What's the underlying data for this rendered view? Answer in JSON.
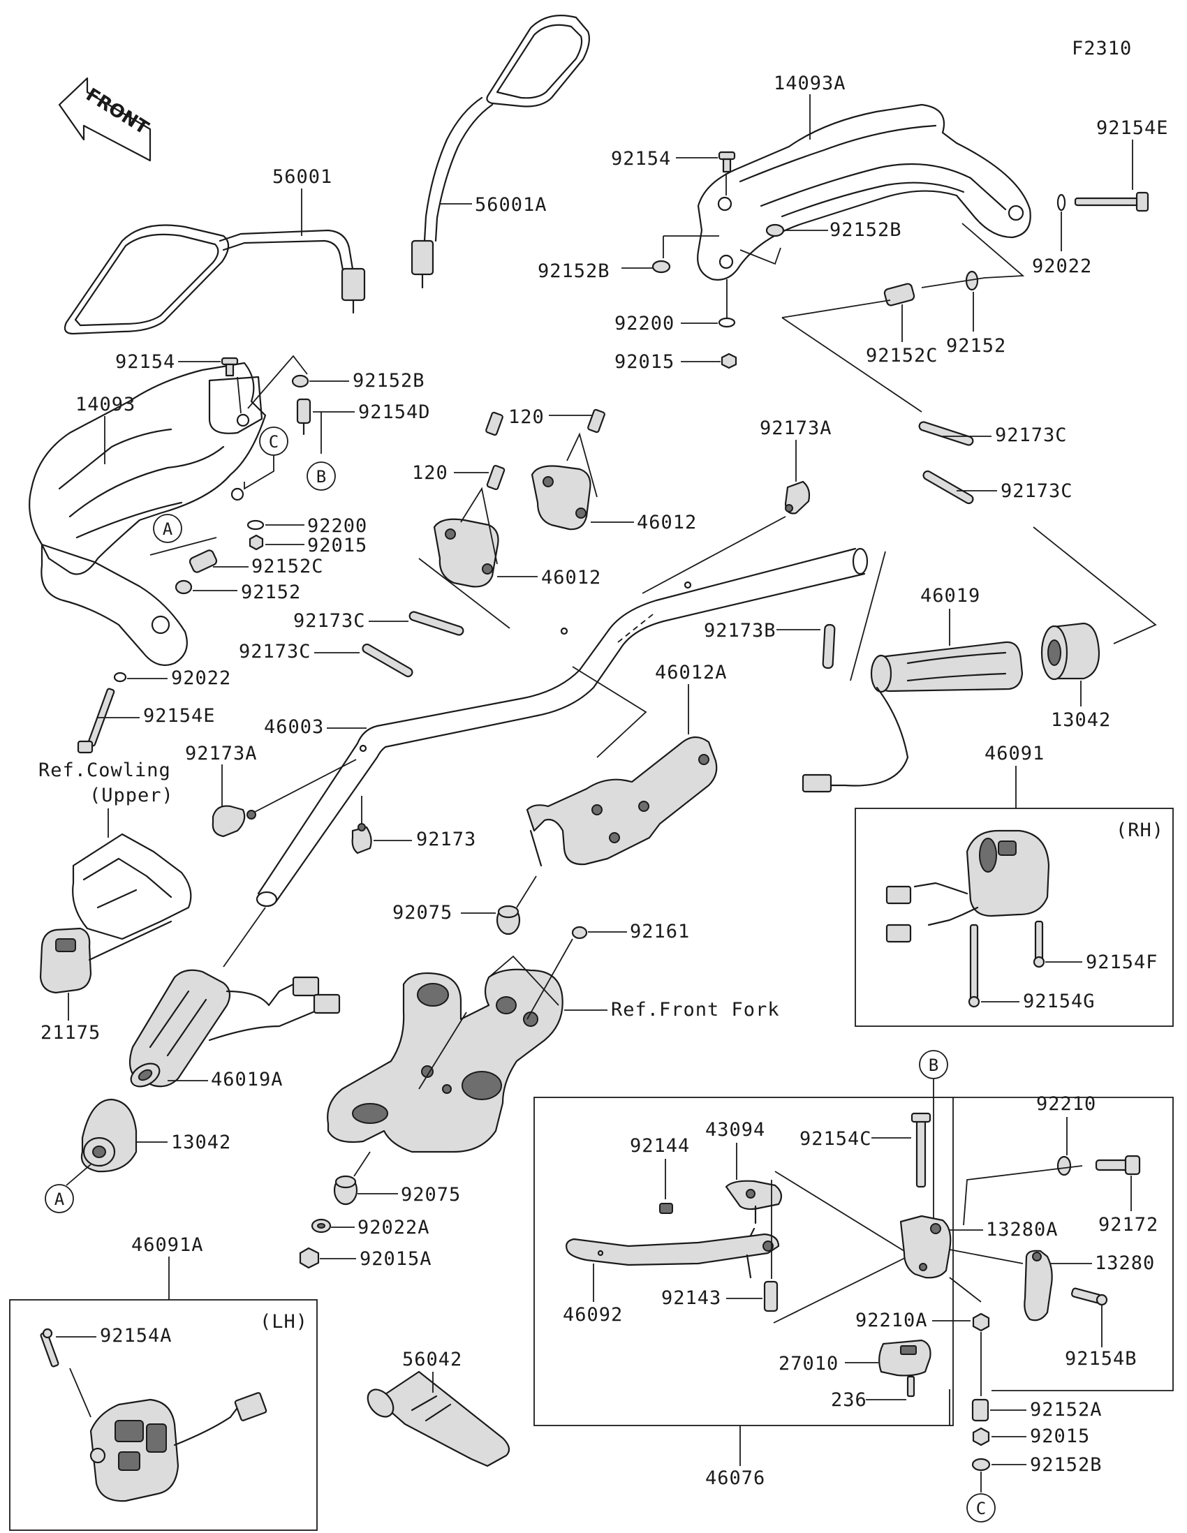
{
  "figure_code": "F2310",
  "front_arrow_text": "FRONT",
  "parts": {
    "p56001": "56001",
    "p56001A": "56001A",
    "p14093A": "14093A",
    "p92154E_top": "92154E",
    "p92154_top": "92154",
    "p92152B_top_l": "92152B",
    "p92152B_top_r": "92152B",
    "p92022_top": "92022",
    "p92200_top": "92200",
    "p92015_top": "92015",
    "p92152C_top": "92152C",
    "p92152_top": "92152",
    "p92154_left": "92154",
    "p92152B_left": "92152B",
    "p92154D": "92154D",
    "p14093": "14093",
    "p92200_left": "92200",
    "p92015_left": "92015",
    "p92152C_left": "92152C",
    "p92152_left": "92152",
    "p92022_left": "92022",
    "p92154E_left": "92154E",
    "p120_a": "120",
    "p120_b": "120",
    "p46012_a": "46012",
    "p46012_b": "46012",
    "p92173A_top": "92173A",
    "p92173C_r1": "92173C",
    "p92173C_r2": "92173C",
    "p92173C_l1": "92173C",
    "p92173C_l2": "92173C",
    "p92173B": "92173B",
    "p46019": "46019",
    "p13042_r": "13042",
    "p46003": "46003",
    "p46012A": "46012A",
    "p92173A_left": "92173A",
    "p92173": "92173",
    "p92075_a": "92075",
    "p92075_b": "92075",
    "p92161": "92161",
    "p46091": "46091",
    "p92154F": "92154F",
    "p92154G": "92154G",
    "p21175": "21175",
    "p46019A": "46019A",
    "p13042_l": "13042",
    "p92022A": "92022A",
    "p92015A": "92015A",
    "p46091A": "46091A",
    "p92154A": "92154A",
    "p56042": "56042",
    "p43094": "43094",
    "p92144": "92144",
    "p92154C": "92154C",
    "p92210": "92210",
    "p13280A": "13280A",
    "p92172": "92172",
    "p13280": "13280",
    "p46092": "46092",
    "p92143": "92143",
    "p92210A": "92210A",
    "p92154B": "92154B",
    "p27010": "27010",
    "p236": "236",
    "p92152A": "92152A",
    "p92015_bot": "92015",
    "p92152B_bot": "92152B",
    "p46076": "46076"
  },
  "references": {
    "cowling_line1": "Ref.Cowling",
    "cowling_line2": "(Upper)",
    "front_fork": "Ref.Front Fork"
  },
  "inset_tags": {
    "rh": "(RH)",
    "lh": "(LH)"
  },
  "callouts": {
    "a_upper": "A",
    "a_lower": "A",
    "b_upper": "B",
    "b_lower": "B",
    "c_upper": "C",
    "c_lower": "C"
  }
}
